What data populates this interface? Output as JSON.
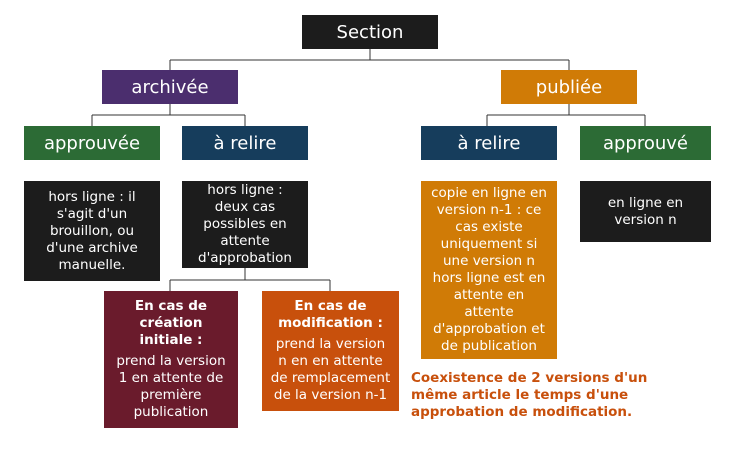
{
  "root": {
    "label": "Section"
  },
  "archivee": {
    "label": "archivée",
    "approuvee": {
      "label": "approuvée",
      "desc": "hors ligne : il s'agit d'un brouillon, ou d'une archive manuelle."
    },
    "a_relire": {
      "label": "à relire",
      "desc": "hors ligne : deux cas possibles en attente d'approbation",
      "creation": {
        "title": "En cas de création initiale :",
        "desc": "prend la version 1 en attente de première publication"
      },
      "modification": {
        "title": "En cas de modification :",
        "desc": "prend la version n en en attente de remplacement de la version n-1"
      }
    }
  },
  "publiee": {
    "label": "publiée",
    "a_relire": {
      "label": "à relire",
      "desc": "copie en ligne en version n-1 : ce cas existe uniquement si une version n hors ligne est en attente en attente d'approbation et de publication"
    },
    "approuve": {
      "label": "approuvé",
      "desc": "en ligne en version n"
    }
  },
  "note": "Coexistence de 2 versions d'un même article le temps d'une approbation de modification.",
  "colors": {
    "dark": "#1c1c1c",
    "purple": "#4b2e6e",
    "orange": "#d07b06",
    "green": "#2c6b35",
    "navy": "#163d5c",
    "rust": "#c8500c",
    "maroon": "#6a1b2c"
  }
}
